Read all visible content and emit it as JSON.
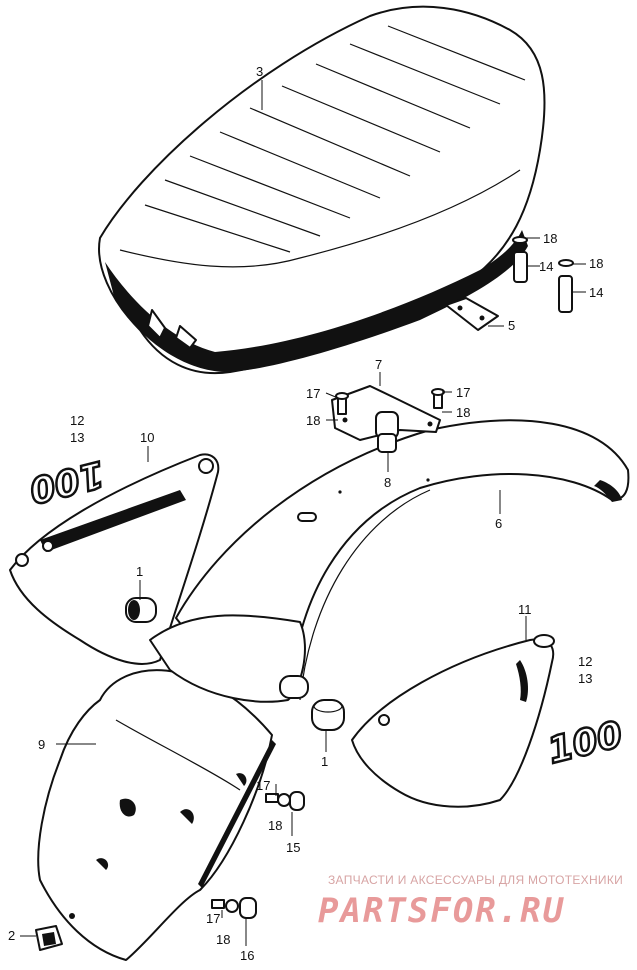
{
  "callouts": {
    "c1_upper": "1",
    "c1_lower": "1",
    "c2": "2",
    "c3": "3",
    "c5": "5",
    "c6": "6",
    "c7": "7",
    "c8": "8",
    "c9": "9",
    "c10": "10",
    "c11": "11",
    "c12_left": "12",
    "c13_left": "13",
    "c12_right": "12",
    "c13_right": "13",
    "c14_upper": "14",
    "c14_lower": "14",
    "c15": "15",
    "c16": "16",
    "c17_left": "17",
    "c17_right": "17",
    "c17_mid": "17",
    "c17_low": "17",
    "c18_top1": "18",
    "c18_top2": "18",
    "c18_left": "18",
    "c18_right": "18",
    "c18_mid": "18",
    "c18_low": "18"
  },
  "emblems": {
    "left": "100",
    "right": "100"
  },
  "watermark": {
    "subtitle": "ЗАПЧАСТИ И АКСЕССУАРЫ ДЛЯ МОТОТЕХНИКИ",
    "brand": "PARTSFOR.RU"
  }
}
